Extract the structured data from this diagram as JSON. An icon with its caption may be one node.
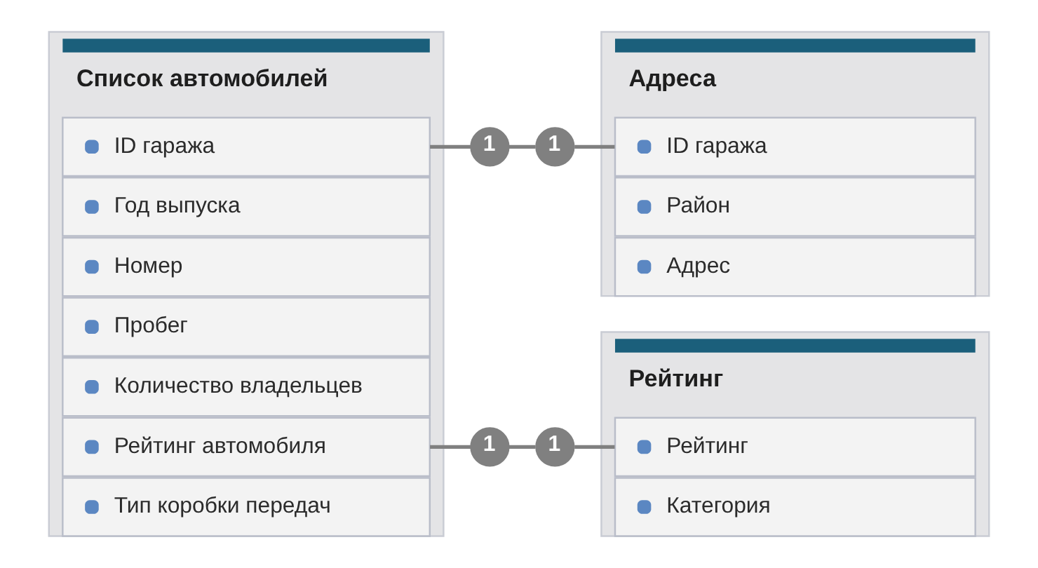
{
  "diagram": {
    "nodes": [
      {
        "text": [
          "Список автомобилей"
        ]
      },
      {
        "text": [
          "ID гаража"
        ],
        "in": 0
      },
      {
        "text": [
          "Год выпуска"
        ],
        "in": 0
      },
      {
        "text": [
          "Номер"
        ],
        "in": 0
      },
      {
        "text": [
          "Пробег"
        ],
        "in": 0
      },
      {
        "text": [
          "Количество владельцев"
        ],
        "in": 0
      },
      {
        "text": [
          "Рейтинг автомобиля"
        ],
        "in": 0
      },
      {
        "text": [
          "Тип коробки передач"
        ],
        "in": 0
      },
      {
        "text": [
          "1"
        ]
      },
      {
        "text": [
          "1"
        ]
      },
      {
        "text": [
          "Адреса"
        ]
      },
      {
        "text": [
          "ID гаража"
        ],
        "in": 10
      },
      {
        "text": [
          "Район"
        ],
        "in": 10
      },
      {
        "text": [
          "Адрес"
        ],
        "in": 10
      },
      {
        "text": [
          "1"
        ]
      },
      {
        "text": [
          "1"
        ]
      },
      {
        "text": [
          "Рейтинг"
        ]
      },
      {
        "text": [
          "Рейтинг"
        ],
        "in": 16
      },
      {
        "text": [
          "Категория"
        ],
        "in": 16
      }
    ],
    "edges": [
      {
        "from": 1,
        "to": 8,
        "arrow": "none"
      },
      {
        "from": 8,
        "to": 9,
        "arrow": "none"
      },
      {
        "from": 9,
        "to": 11,
        "arrow": "none"
      },
      {
        "from": 6,
        "to": 14,
        "arrow": "none"
      },
      {
        "from": 14,
        "to": 15,
        "arrow": "none"
      },
      {
        "from": 15,
        "to": 17,
        "arrow": "none"
      }
    ]
  }
}
